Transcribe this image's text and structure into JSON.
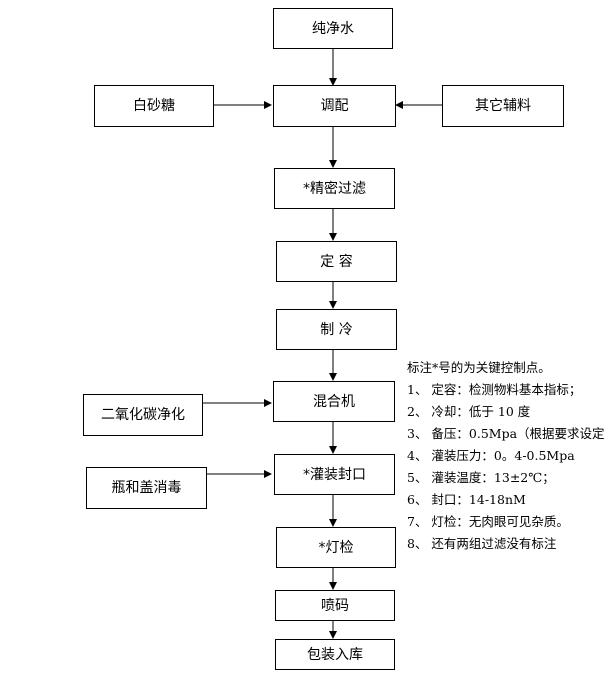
{
  "flow": {
    "pure_water": "纯净水",
    "white_sugar": "白砂糖",
    "blending": "调配",
    "other_ingredients": "其它辅料",
    "precision_filtration": "*精密过滤",
    "constant_volume": "定 容",
    "cooling": "制 冷",
    "mixer": "混合机",
    "co2_purification": "二氧化碳净化",
    "filling_sealing": "*灌装封口",
    "bottle_cap_disinfection": "瓶和盖消毒",
    "light_inspection": "*灯检",
    "inkjet_coding": "喷码",
    "packaging_storage": "包装入库"
  },
  "notes": {
    "header": "标注*号的为关键控制点。",
    "items": [
      "1、 定容：检测物料基本指标；",
      "2、 冷却：低于 10 度",
      "3、 备压：0.5Mpa（根据要求设定",
      "4、 灌装压力：0。4-0.5Mpa",
      "5、 灌装温度：13±2℃；",
      "6、 封口：14-18nM",
      "7、 灯检：无肉眼可见杂质。",
      "8、 还有两组过滤没有标注"
    ]
  }
}
